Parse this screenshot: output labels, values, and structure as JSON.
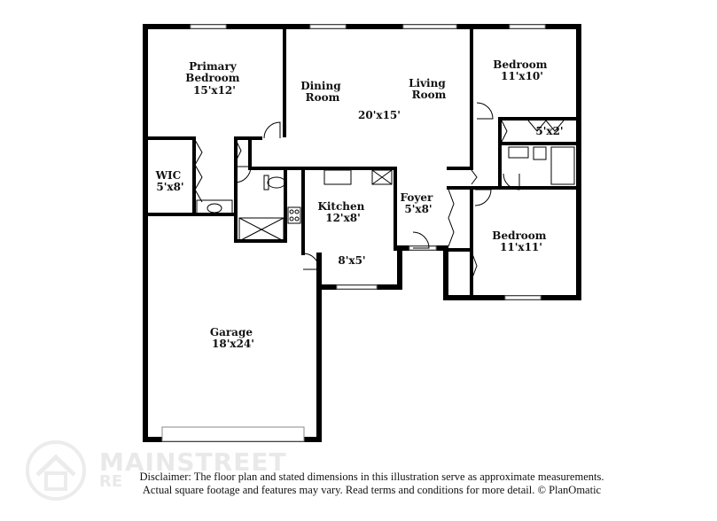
{
  "rooms": [
    {
      "id": "primary-bedroom",
      "lines": [
        "Primary",
        "Bedroom",
        "15'x12'"
      ]
    },
    {
      "id": "dining-room",
      "lines": [
        "Dining",
        "Room"
      ]
    },
    {
      "id": "living-room",
      "lines": [
        "Living",
        "Room"
      ]
    },
    {
      "id": "living-dining-size",
      "lines": [
        "20'x15'"
      ]
    },
    {
      "id": "bedroom-top",
      "lines": [
        "Bedroom",
        "11'x10'"
      ]
    },
    {
      "id": "closet-small",
      "lines": [
        "5'x2'"
      ]
    },
    {
      "id": "wic",
      "lines": [
        "WIC",
        "5'x8'"
      ]
    },
    {
      "id": "kitchen",
      "lines": [
        "Kitchen",
        "12'x8'"
      ]
    },
    {
      "id": "foyer",
      "lines": [
        "Foyer",
        "5'x8'"
      ]
    },
    {
      "id": "bedroom-bottom",
      "lines": [
        "Bedroom",
        "11'x11'"
      ]
    },
    {
      "id": "nook",
      "lines": [
        "8'x5'"
      ]
    },
    {
      "id": "garage",
      "lines": [
        "Garage",
        "18'x24'"
      ]
    }
  ],
  "watermark": {
    "brand_line1": "MAINSTREET",
    "brand_line2": "RE"
  },
  "disclaimer": {
    "line1": "Disclaimer: The floor plan and stated dimensions in this illustration serve as approximate measurements.",
    "line2": "Actual square footage and features may vary. Read terms and conditions for more detail. © PlanOmatic"
  }
}
